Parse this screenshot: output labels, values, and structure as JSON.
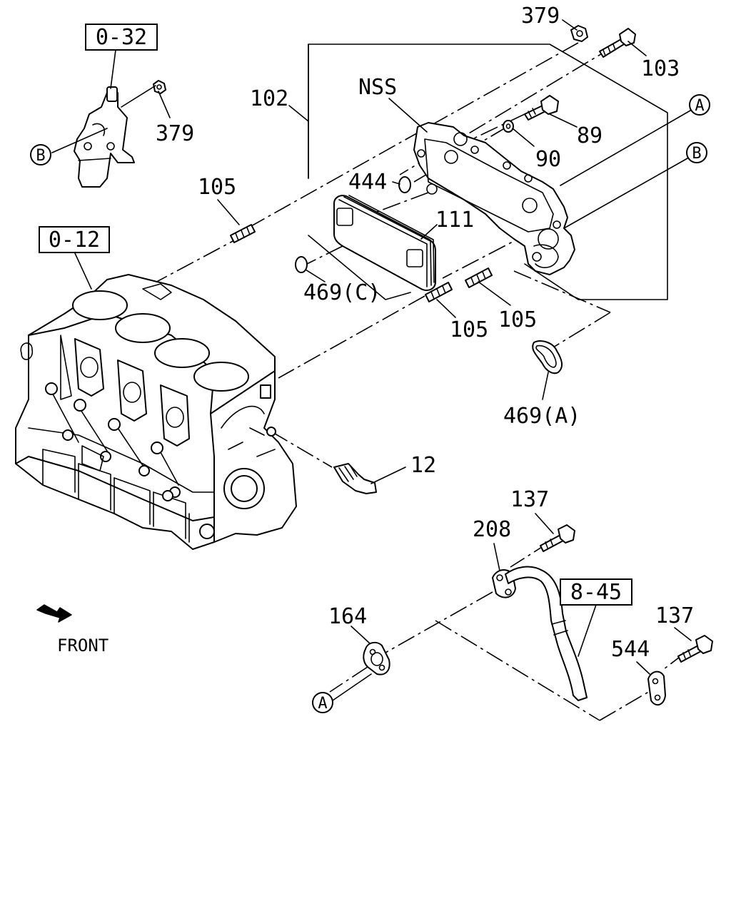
{
  "labels": {
    "p379_top": "379",
    "p103": "103",
    "p102": "102",
    "nss": "NSS",
    "p89": "89",
    "p90": "90",
    "p379_left": "379",
    "p105_a": "105",
    "p444": "444",
    "p111": "111",
    "p469c": "469(C)",
    "p105_b": "105",
    "p105_c": "105",
    "p469a": "469(A)",
    "p12": "12",
    "p137_a": "137",
    "p208": "208",
    "p164": "164",
    "p137_b": "137",
    "p544": "544",
    "front": "FRONT"
  },
  "refs": {
    "r032": "0-32",
    "r012": "0-12",
    "r845": "8-45"
  },
  "circles": {
    "a1": "A",
    "b1": "B",
    "b_left": "B",
    "a_bottom": "A"
  }
}
